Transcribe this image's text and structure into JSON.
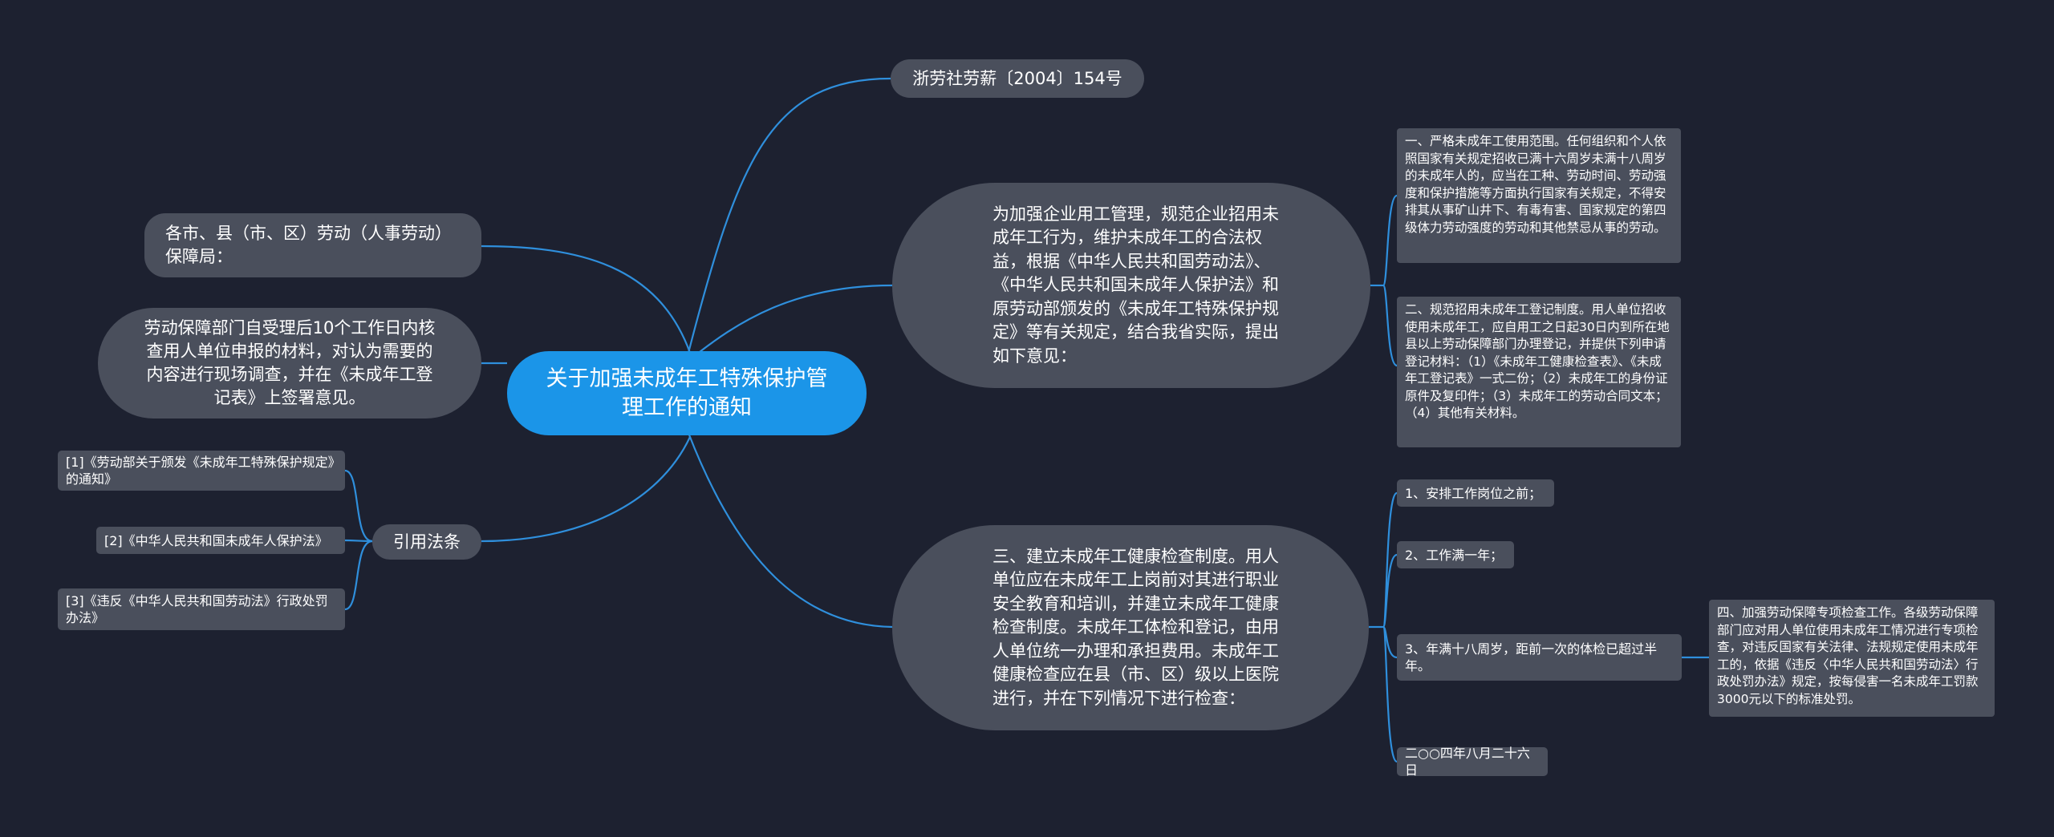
{
  "root": {
    "title": "关于加强未成年工特殊保护管理工作的通知"
  },
  "left": {
    "recipients": "各市、县（市、区）劳动（人事劳动）保障局：",
    "procedure": "劳动保障部门自受理后10个工作日内核查用人单位申报的材料，对认为需要的内容进行现场调查，并在《未成年工登记表》上签署意见。",
    "citations": {
      "label": "引用法条",
      "items": [
        "[1]《劳动部关于颁发《未成年工特殊保护规定》的通知》",
        "[2]《中华人民共和国未成年人保护法》",
        "[3]《违反《中华人民共和国劳动法》行政处罚办法》"
      ]
    }
  },
  "right": {
    "doc_number": "浙劳社劳薪〔2004〕154号",
    "preamble": "为加强企业用工管理，规范企业招用未成年工行为，维护未成年工的合法权益，根据《中华人民共和国劳动法》、《中华人民共和国未成年人保护法》和原劳动部颁发的《未成年工特殊保护规定》等有关规定，结合我省实际，提出如下意见：",
    "article1": "一、严格未成年工使用范围。任何组织和个人依照国家有关规定招收已满十六周岁未满十八周岁的未成年人的，应当在工种、劳动时间、劳动强度和保护措施等方面执行国家有关规定，不得安排其从事矿山井下、有毒有害、国家规定的第四级体力劳动强度的劳动和其他禁忌从事的劳动。",
    "article2": "二、规范招用未成年工登记制度。用人单位招收使用未成年工，应自用工之日起30日内到所在地县以上劳动保障部门办理登记，并提供下列申请登记材料：（1）《未成年工健康检查表》、《未成年工登记表》一式二份；（2）未成年工的身份证原件及复印件；（3）未成年工的劳动合同文本；（4）其他有关材料。",
    "article3": "三、建立未成年工健康检查制度。用人单位应在未成年工上岗前对其进行职业安全教育和培训，并建立未成年工健康检查制度。未成年工体检和登记，由用人单位统一办理和承担费用。未成年工健康检查应在县（市、区）级以上医院进行，并在下列情况下进行检查：",
    "checks": [
      "1、安排工作岗位之前；",
      "2、工作满一年；",
      "3、年满十八周岁，距前一次的体检已超过半年。"
    ],
    "date": "二○○四年八月二十六日",
    "article4": "四、加强劳动保障专项检查工作。各级劳动保障部门应对用人单位使用未成年工情况进行专项检查，对违反国家有关法律、法规规定使用未成年工的，依据《违反〈中华人民共和国劳动法〉行政处罚办法》规定，按每侵害一名未成年工罚款3000元以下的标准处罚。"
  },
  "colors": {
    "background": "#1d2130",
    "node": "#4a4f5c",
    "root": "#1b95e8",
    "link": "#2f8fdc"
  }
}
